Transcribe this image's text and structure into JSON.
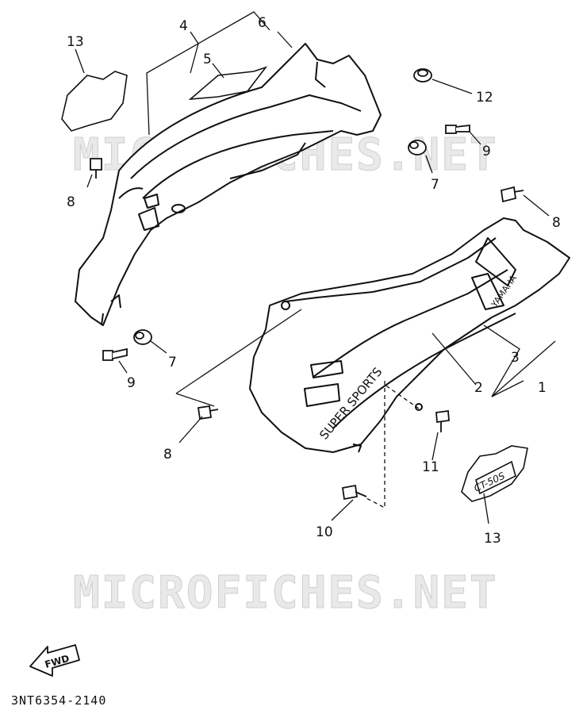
{
  "watermark": "MICROFICHES.NET",
  "diagram_code": "3NT6354-2140",
  "fwd_label": "FWD",
  "decals": {
    "super_sports": "SUPER SPORTS",
    "yamaha": "YAMAHA",
    "emblem": "CT-50S"
  },
  "callouts": {
    "c13a": "13",
    "c4": "4",
    "c6": "6",
    "c5": "5",
    "c12": "12",
    "c9a": "9",
    "c8a": "8",
    "c7a": "7",
    "c8b": "8",
    "c3": "3",
    "c1": "1",
    "c2": "2",
    "c7b": "7",
    "c9b": "9",
    "c8c": "8",
    "c11": "11",
    "c10": "10",
    "c13b": "13"
  }
}
